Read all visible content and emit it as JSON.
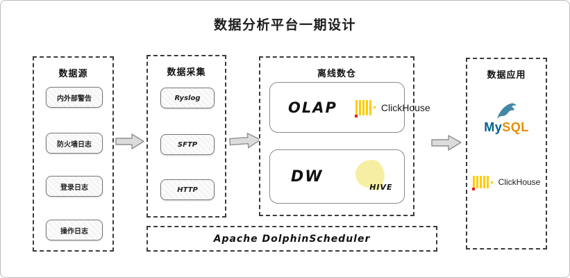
{
  "title": "数据分析平台一期设计",
  "source": {
    "title": "数据源",
    "items": [
      "内外部警告",
      "防火墙日志",
      "登录日志",
      "操作日志"
    ]
  },
  "collect": {
    "title": "数据采集",
    "items": [
      "Ryslog",
      "SFTP",
      "HTTP"
    ]
  },
  "warehouse": {
    "title": "离线数仓",
    "olap_label": "OLAP",
    "olap_tech": "ClickHouse",
    "dw_label": "DW",
    "dw_tech": "HIVE"
  },
  "application": {
    "title": "数据应用",
    "mysql_my": "My",
    "mysql_sql": "SQL",
    "clickhouse": "ClickHouse"
  },
  "scheduler_label": "Apache DolphinScheduler",
  "colors": {
    "clickhouse_yellow": "#FFCC01",
    "clickhouse_red": "#E02020",
    "mysql_blue": "#00618A",
    "mysql_orange": "#E48E00",
    "hive_yellow": "#F6EFA3",
    "arrow_fill": "#DCDCDC",
    "arrow_border": "#8F8F8F"
  }
}
